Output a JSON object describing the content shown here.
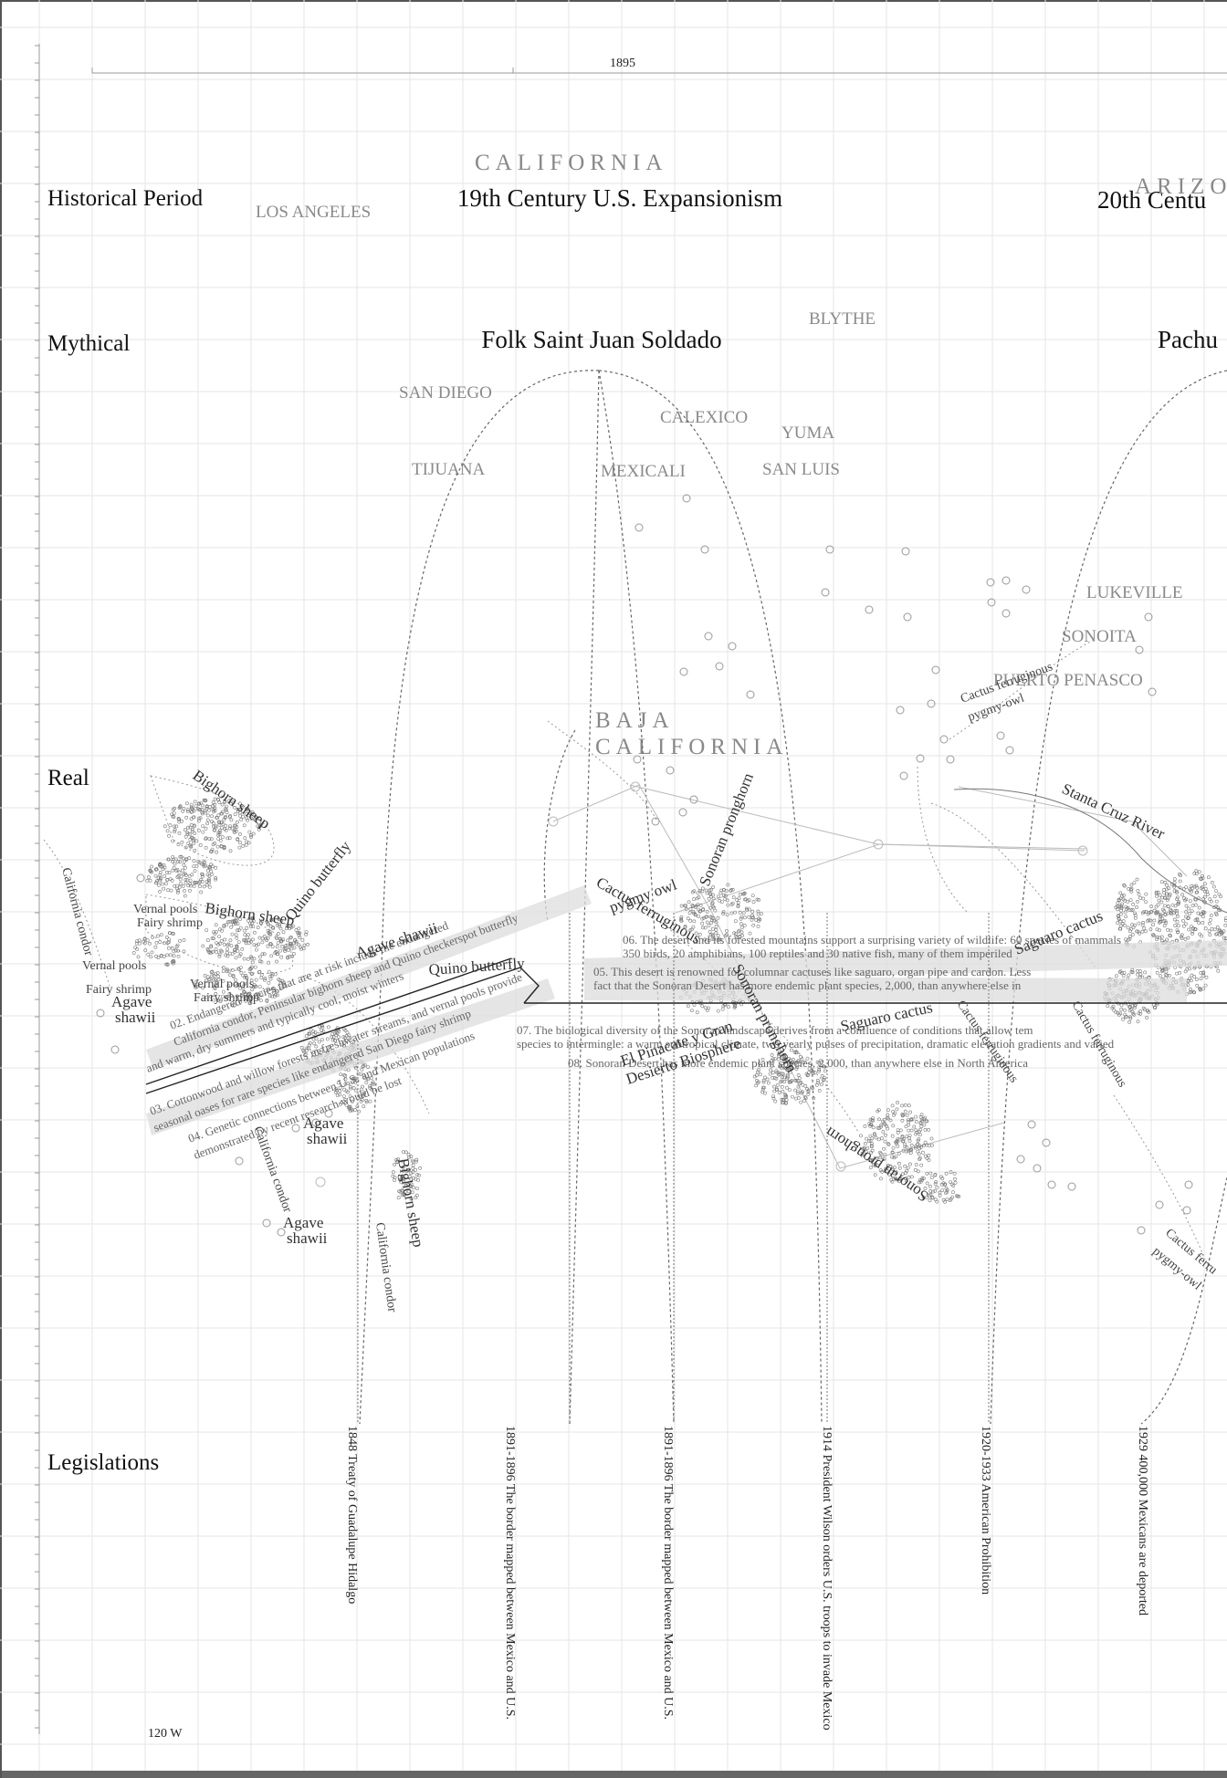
{
  "top_year": "1895",
  "bottom_coord": "120 W",
  "rows": {
    "historical": "Historical Period",
    "mythical": "Mythical",
    "real": "Real",
    "legislations": "Legislations"
  },
  "periods": {
    "first": "19th Century U.S. Expansionism",
    "second": "20th Centu"
  },
  "myths": {
    "first": "Folk Saint Juan Soldado",
    "second": "Pachu"
  },
  "regions": {
    "california": "CALIFORNIA",
    "arizona": "ARIZO",
    "baja_1": "BAJA",
    "baja_2": "CALIFORNIA"
  },
  "places": {
    "los_angeles": "LOS ANGELES",
    "blythe": "BLYTHE",
    "san_diego": "SAN DIEGO",
    "calexico": "CALEXICO",
    "yuma": "YUMA",
    "tijuana": "TIJUANA",
    "mexicali": "MEXICALI",
    "san_luis": "SAN LUIS",
    "lukeville": "LUKEVILLE",
    "sonoita": "SONOITA",
    "puerto_penasco": "PUERTO PENASCO"
  },
  "river": "Stanta Cruz River",
  "species": {
    "bighorn_1": "Bighorn sheep",
    "bighorn_2": "Bighorn sheep",
    "bighorn_3": "Bighorn sheep",
    "quino_1": "Quino butterfly",
    "quino_2": "Quino butterfly",
    "agave_1": "Agave shawii",
    "agave_2a": "Agave",
    "agave_2b": "shawii",
    "agave_3a": "Agave",
    "agave_3b": "shawii",
    "agave_4a": "Agave",
    "agave_4b": "shawii",
    "condor_1": "California condor",
    "condor_2": "California condor",
    "condor_3": "California condor",
    "vernal_1a": "Vernal pools",
    "vernal_1b": "Fairy shrimp",
    "vernal_2a": "Vernal pools",
    "vernal_2b": "Fairy shrimp",
    "vernal_3a": "Vernal pools",
    "vernal_3b": "Fairy shrimp",
    "pronghorn_1": "Sonoran pronghorn",
    "pronghorn_2": "Sonoran pronghorn",
    "pronghorn_3": "Sonoran pronghorn",
    "saguaro_1": "Saguaro cactus",
    "saguaro_2": "Saguaro cactus",
    "owl_1a": "Cactus ferruginous",
    "owl_1b": "pygmy owl",
    "owl_2a": "Cactus ferruginous",
    "owl_2b": "pygmy-owl",
    "owl_3": "Cactus ferruginous",
    "owl_4": "Cactus ferruginous",
    "owl_5a": "Cactus ferru",
    "owl_5b": "pygmy-owl",
    "pinacate_1": "El Pinacate y Gran",
    "pinacate_2": "Desierto Biosphere"
  },
  "notes": {
    "n02a": "02. Endangered species that are at risk include the endangered",
    "n02b": "California condor, Peninsular bighorn sheep and Quino checkerspot butterfly",
    "n02c": "and warm, dry summers and typically cool, moist winters",
    "n03a": "03. Cottonwood and willow forests in freshwater streams, and vernal pools provide",
    "n03b": "seasonal oases for rare species like endangered San Diego fairy shrimp",
    "n04a": "04. Genetic connections between U.S. and Mexican populations",
    "n04b": "demonstrated by recent research would be lost",
    "n05a": "05. This desert is renowned for columnar cactuses like saguaro, organ pipe and cardon. Less",
    "n05b": "fact that the Sonoran Desert has more endemic plant species, 2,000, than anywhere else in",
    "n06a": "06. The desert and its forested mountains support a surprising variety of wildlife: 60 species of mammals",
    "n06b": "350 birds, 20 amphibians, 100 reptiles and 30 native fish, many of them imperiled",
    "n07a": "07. The biological diversity of the Sonoran landscape derives from a confluence of conditions that allow tem",
    "n07b": "species to intermingle: a warm subtropical climate, two yearly pulses of precipitation, dramatic elevation gradients and varied",
    "n08": "08. Sonoran Desert has more endemic plant species, 2,000, than anywhere else in North America"
  },
  "legislations": {
    "l1848": "1848 Treaty of Guadalupe Hidalgo",
    "l1891a": "1891-1896 The border mapped between Mexico and U.S.",
    "l1891b": "1891-1896 The border mapped between Mexico and U.S.",
    "l1914": "1914 President Wilson orders U.S. troops to invade Mexico",
    "l1920": "1920-1933 American Prohibition",
    "l1929": "1929 400,000 Mexicans are deported"
  }
}
